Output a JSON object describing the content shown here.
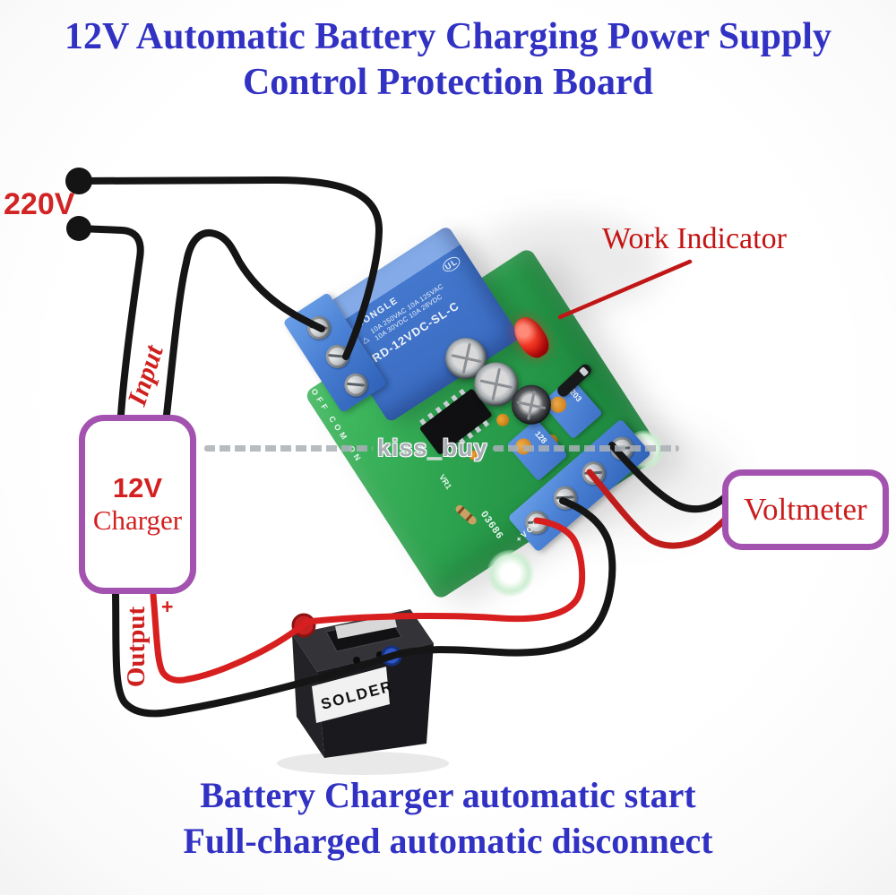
{
  "header": {
    "line1": "12V Automatic Battery Charging Power Supply",
    "line2": "Control Protection Board"
  },
  "footer": {
    "line1": "Battery Charger automatic start",
    "line2": "Full-charged automatic disconnect"
  },
  "annotations": {
    "mains_label": "220V",
    "input_label": "Input",
    "output_label": "Output",
    "output_polarity": "+",
    "work_indicator_label": "Work Indicator",
    "voltmeter_label": "Voltmeter",
    "charger_line1": "12V",
    "charger_line2": "Charger"
  },
  "watermark": {
    "text": "kiss_buy"
  },
  "board": {
    "relay": {
      "logo_glyph": "⊕",
      "brand": "SONGLE",
      "ul_mark": "UL",
      "safety_marks": "⬭ △",
      "ratings_line1": "10A 250VAC  10A 125VAC",
      "ratings_line2": "10A 30VDC   10A 28VDC",
      "model": "SRD-12VDC-SL-C"
    },
    "silkscreen": {
      "switch_labels": "OFF COM ON",
      "part_number": "03686",
      "vr_label": "VR1",
      "power_label": "+VCC-",
      "trimpot_value_right": "203",
      "trimpot_value_left": "128"
    }
  },
  "battery": {
    "label": "SOLDER"
  },
  "colors": {
    "title_blue": "#3131c4",
    "annotation_red": "#cc2026",
    "frame_purple": "#a352af",
    "wire_black": "#151515",
    "wire_red": "#d81f1f",
    "pcb_green": "#2ea450",
    "relay_blue": "#3d72ca",
    "led_red": "#e01212"
  }
}
